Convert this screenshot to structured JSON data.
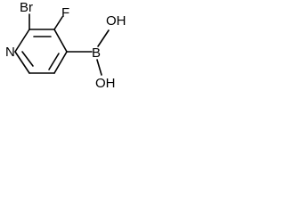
{
  "molecule": {
    "atoms": {
      "bromine": "Br",
      "fluorine": "F",
      "nitrogen": "N",
      "boron": "B",
      "hydroxyl_upper": "OH",
      "hydroxyl_lower": "OH"
    },
    "colors": {
      "ink": "#000000",
      "background": "#ffffff"
    }
  }
}
